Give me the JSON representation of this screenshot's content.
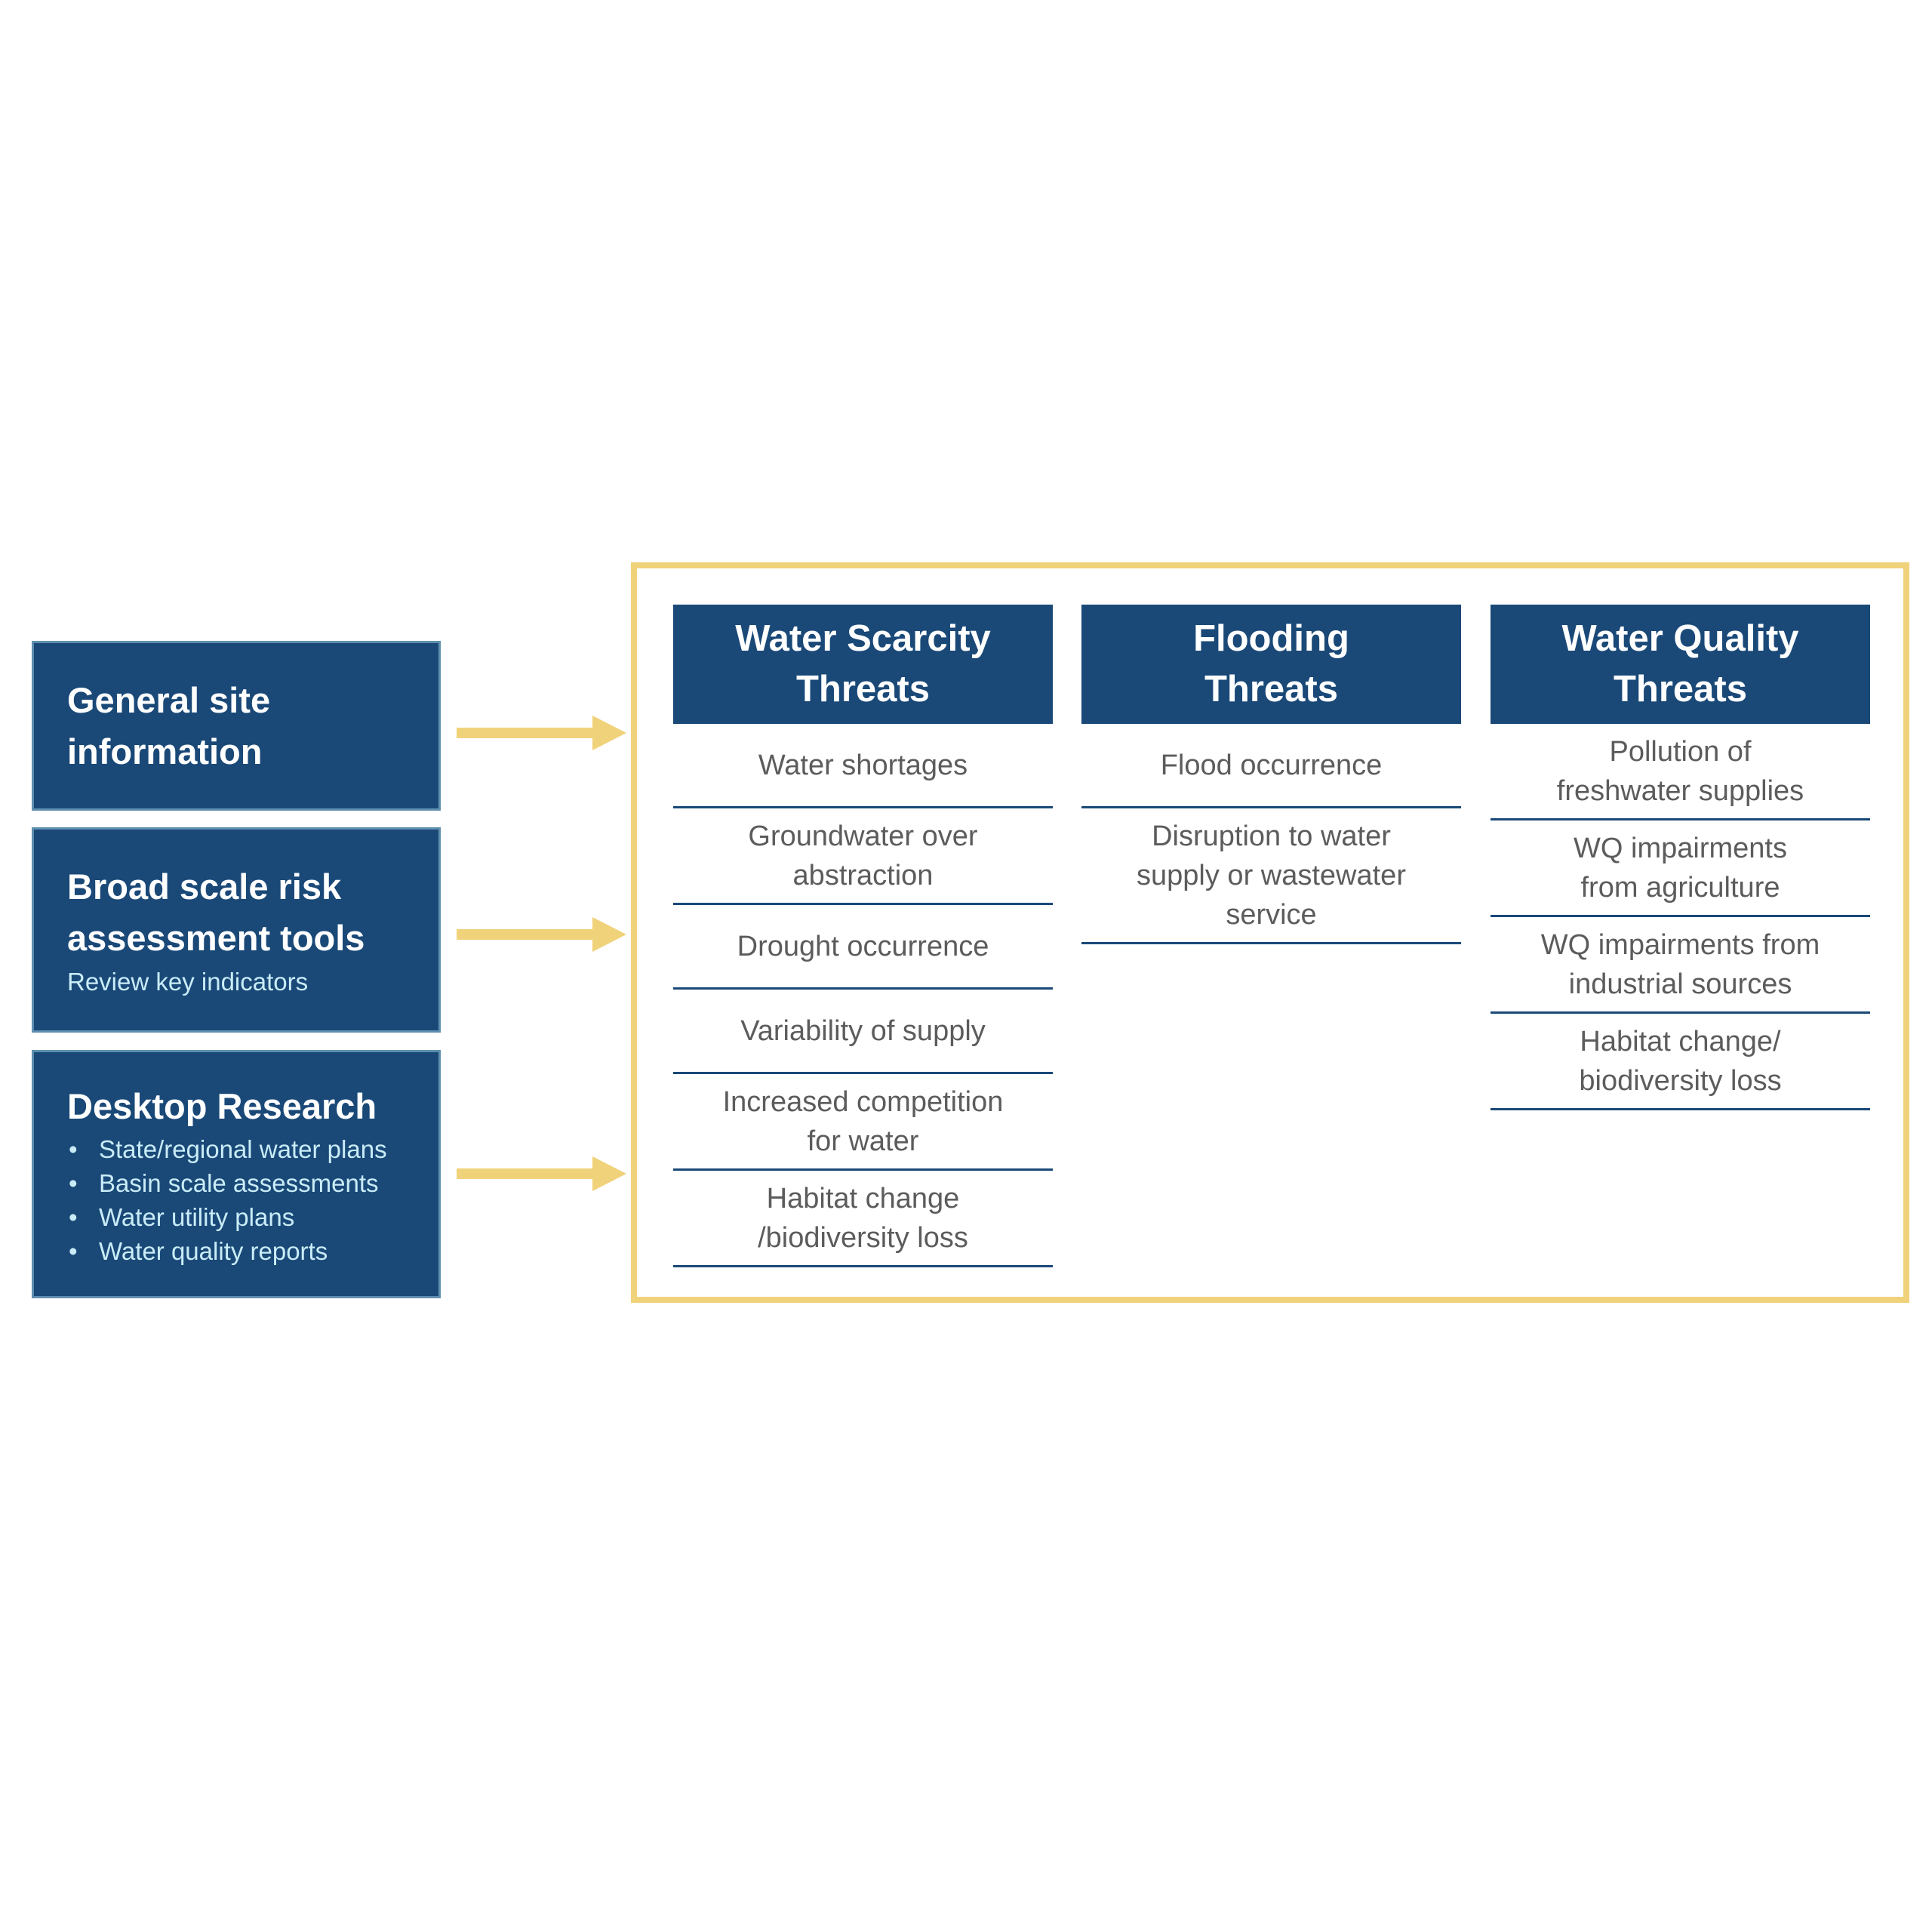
{
  "colors": {
    "navy": "#1a4978",
    "gold": "#f0d27a",
    "light_text": "#c9ecf7",
    "item_text": "#5c5c5c"
  },
  "sources": {
    "general": {
      "title": "General site\ninformation"
    },
    "broad": {
      "title": "Broad scale risk\nassessment tools",
      "subtitle": "Review key indicators"
    },
    "desktop": {
      "title": "Desktop Research",
      "items": [
        "State/regional water plans",
        "Basin scale assessments",
        "Water utility  plans",
        "Water quality reports"
      ]
    }
  },
  "columns": {
    "scarcity": {
      "header": "Water Scarcity\nThreats",
      "items": [
        "Water shortages",
        "Groundwater over\nabstraction",
        "Drought occurrence",
        "Variability of supply",
        "Increased competition\nfor water",
        "Habitat change\n/biodiversity loss"
      ]
    },
    "flooding": {
      "header": "Flooding\nThreats",
      "items": [
        "Flood occurrence",
        "Disruption to water\nsupply or wastewater\nservice"
      ]
    },
    "quality": {
      "header": "Water Quality\nThreats",
      "items": [
        "Pollution of\nfreshwater supplies",
        "WQ impairments\nfrom agriculture",
        "WQ impairments from\nindustrial sources",
        "Habitat change/\nbiodiversity loss"
      ]
    }
  }
}
